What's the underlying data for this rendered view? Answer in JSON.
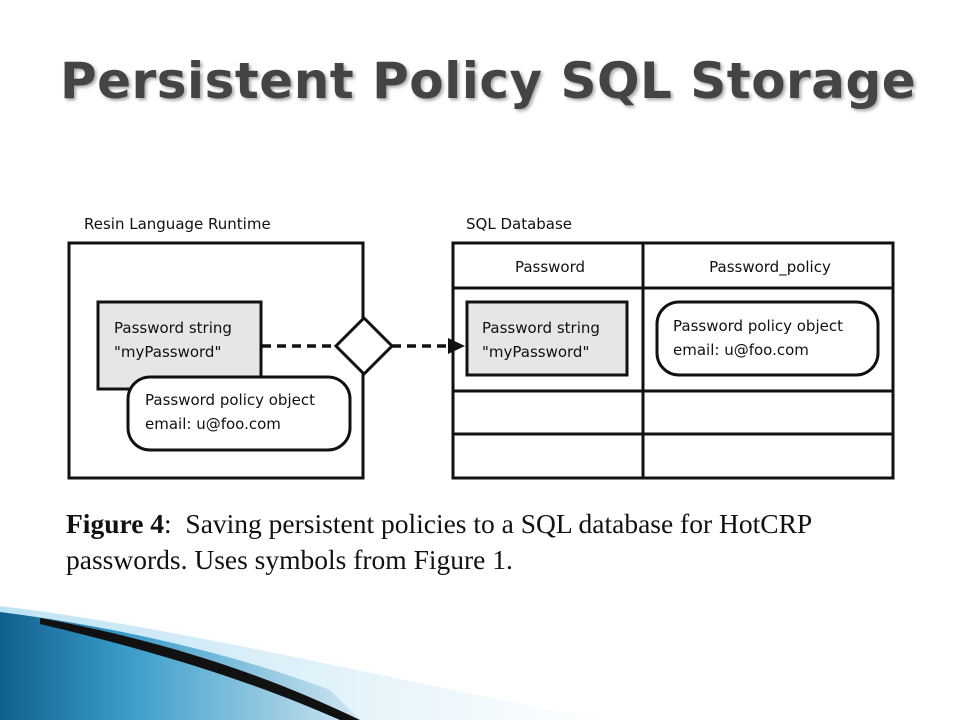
{
  "slide": {
    "title": "Persistent Policy SQL Storage"
  },
  "diagram": {
    "left_panel": {
      "label": "Resin Language Runtime",
      "password_box": {
        "line1": "Password string",
        "line2": "\"myPassword\""
      },
      "policy_box": {
        "line1": "Password policy object",
        "line2": "email: u@foo.com"
      }
    },
    "right_panel": {
      "label": "SQL Database",
      "columns": [
        "Password",
        "Password_policy"
      ],
      "password_box": {
        "line1": "Password string",
        "line2": "\"myPassword\""
      },
      "policy_box": {
        "line1": "Password policy object",
        "line2": "email: u@foo.com"
      }
    }
  },
  "caption": {
    "figure_label": "Figure 4",
    "text": "Saving persistent policies to a SQL database for HotCRP passwords. Uses symbols from Figure 1."
  },
  "colors": {
    "title": "#444444",
    "box_fill": "#e6e6e6",
    "decor_light": "#5fb7de",
    "decor_dark": "#0f5f8d"
  }
}
